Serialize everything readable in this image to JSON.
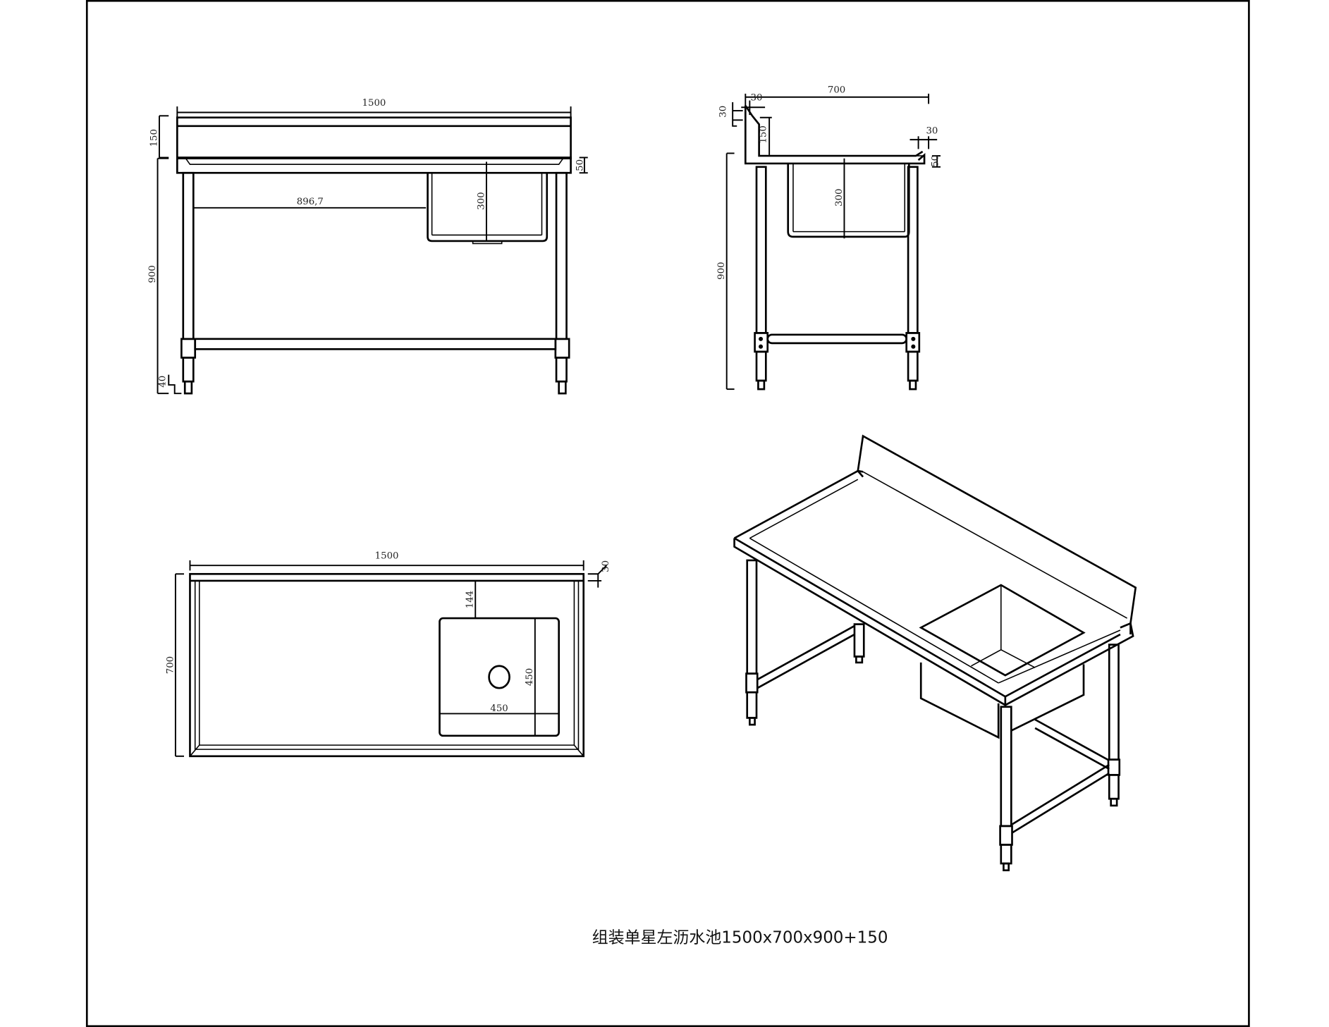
{
  "title": "组装单星左沥水池1500x700x900+150",
  "colors": {
    "line": "#000000",
    "background": "#ffffff",
    "text": "#222222"
  },
  "views": {
    "front": {
      "name": "front-elevation",
      "dims": {
        "width": "1500",
        "backsplash_height": "150",
        "edge_height": "50",
        "sink_offset": "896,7",
        "sink_depth": "300",
        "height": "900",
        "foot": "40"
      }
    },
    "side": {
      "name": "side-elevation",
      "dims": {
        "depth": "700",
        "back_top": "30",
        "back_thickness": "30",
        "backsplash_height": "150",
        "front_lip": "30",
        "edge_height": "50",
        "sink_depth": "300",
        "height": "900"
      }
    },
    "plan": {
      "name": "top-plan",
      "dims": {
        "width": "1500",
        "depth": "700",
        "back_lip": "30",
        "sink_from_back": "144",
        "sink_width": "450",
        "sink_length": "450"
      }
    },
    "iso": {
      "name": "isometric-view"
    }
  }
}
